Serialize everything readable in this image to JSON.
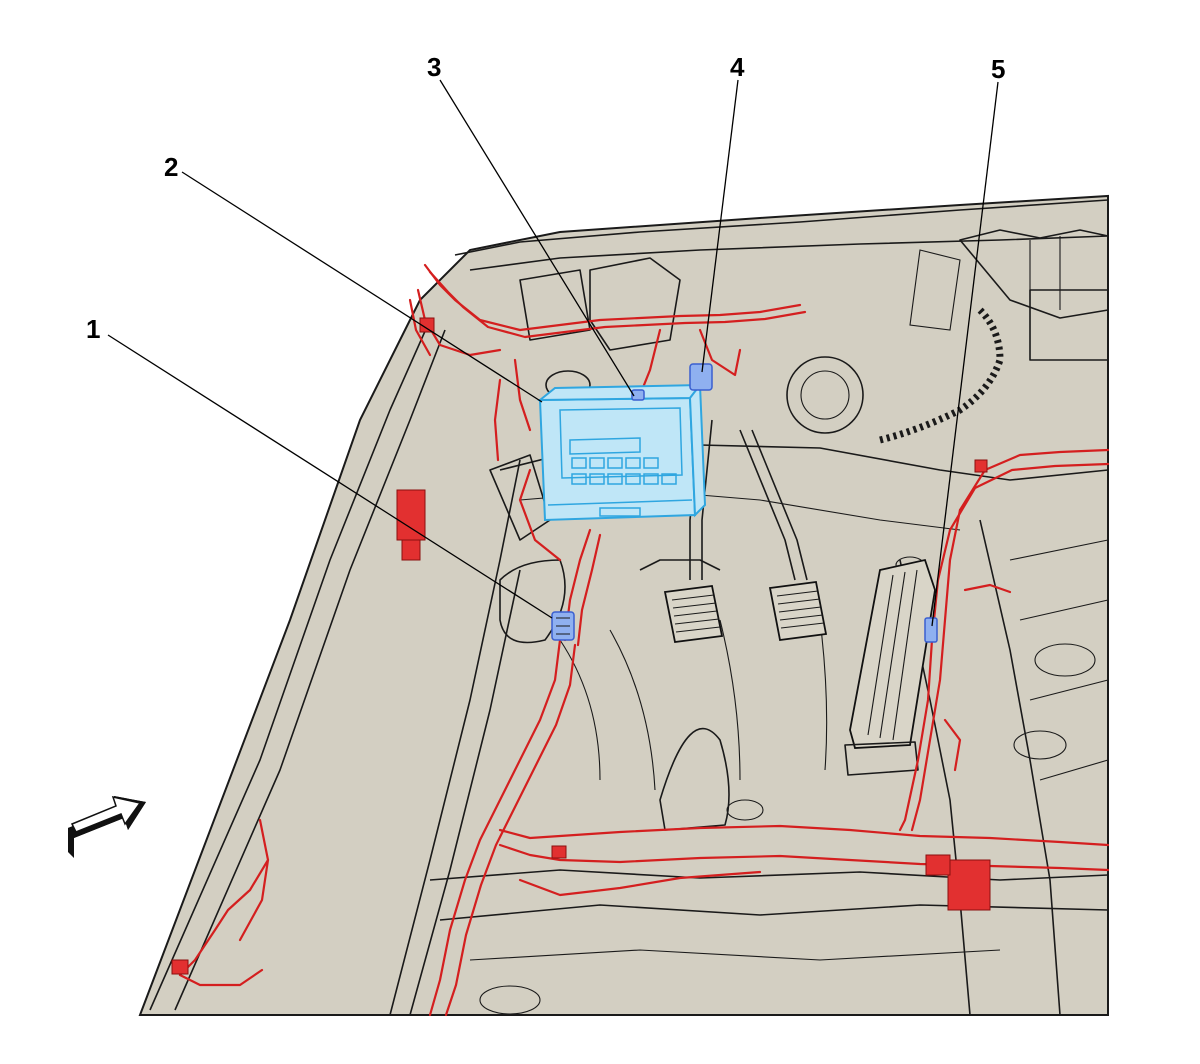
{
  "callouts": [
    {
      "id": 1,
      "label": "1"
    },
    {
      "id": 2,
      "label": "2"
    },
    {
      "id": 3,
      "label": "3"
    },
    {
      "id": 4,
      "label": "4"
    },
    {
      "id": 5,
      "label": "5"
    }
  ],
  "colors": {
    "background": "#ffffff",
    "body_fill": "#d3cfc2",
    "harness": "#d41f1f",
    "module_highlight": "#2fa6e0",
    "connector_highlight": "#3a5fd0",
    "line": "#1a1a1a"
  },
  "icons": {
    "direction_arrow": "arrow-forward-icon"
  }
}
